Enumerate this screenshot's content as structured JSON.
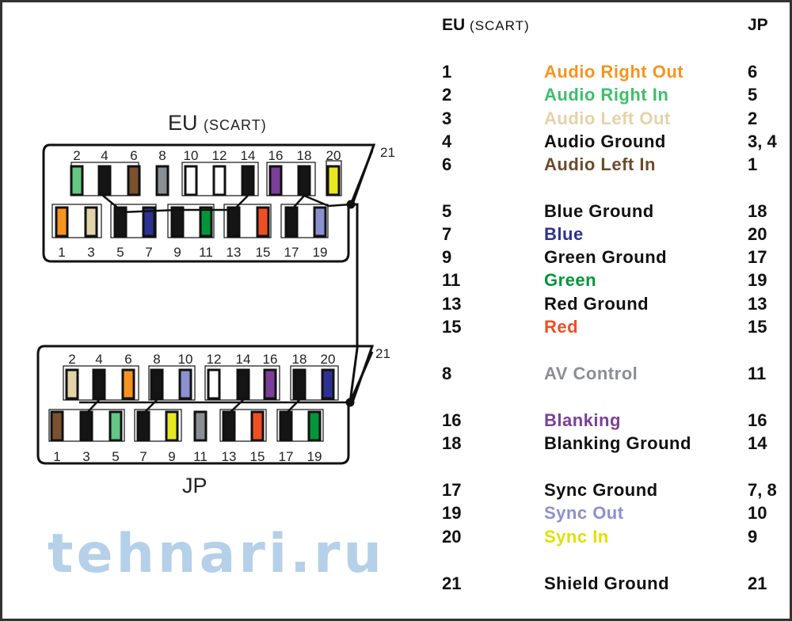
{
  "header": {
    "eu": "EU",
    "scart": "(SCART)",
    "jp": "JP"
  },
  "connectors": {
    "eu": {
      "title": "EU",
      "subtitle": "(SCART)",
      "shield": "21",
      "top": [
        {
          "n": "2",
          "c": "#62c884"
        },
        {
          "n": "4",
          "c": "#151515"
        },
        {
          "n": "6",
          "c": "#7a5230"
        },
        {
          "n": "8",
          "c": "#8a8f94"
        },
        {
          "n": "10",
          "c": "#ffffff"
        },
        {
          "n": "12",
          "c": "#ffffff"
        },
        {
          "n": "14",
          "c": "#151515"
        },
        {
          "n": "16",
          "c": "#7b3f98"
        },
        {
          "n": "18",
          "c": "#151515"
        },
        {
          "n": "20",
          "c": "#e8e820"
        }
      ],
      "bottom": [
        {
          "n": "1",
          "c": "#f7941d"
        },
        {
          "n": "3",
          "c": "#e2d3a8"
        },
        {
          "n": "5",
          "c": "#151515"
        },
        {
          "n": "7",
          "c": "#2e3192"
        },
        {
          "n": "9",
          "c": "#151515"
        },
        {
          "n": "11",
          "c": "#00953a"
        },
        {
          "n": "13",
          "c": "#151515"
        },
        {
          "n": "15",
          "c": "#f04e23"
        },
        {
          "n": "17",
          "c": "#151515"
        },
        {
          "n": "19",
          "c": "#8c8fd0"
        }
      ]
    },
    "jp": {
      "title": "JP",
      "shield": "21",
      "top": [
        {
          "n": "2",
          "c": "#e2d3a8"
        },
        {
          "n": "4",
          "c": "#151515"
        },
        {
          "n": "6",
          "c": "#f7941d"
        },
        {
          "n": "8",
          "c": "#151515"
        },
        {
          "n": "10",
          "c": "#8c8fd0"
        },
        {
          "n": "12",
          "c": "#ffffff"
        },
        {
          "n": "14",
          "c": "#151515"
        },
        {
          "n": "16",
          "c": "#7b3f98"
        },
        {
          "n": "18",
          "c": "#151515"
        },
        {
          "n": "20",
          "c": "#2e3192"
        }
      ],
      "bottom": [
        {
          "n": "1",
          "c": "#7a5230"
        },
        {
          "n": "3",
          "c": "#151515"
        },
        {
          "n": "5",
          "c": "#62c884"
        },
        {
          "n": "7",
          "c": "#151515"
        },
        {
          "n": "9",
          "c": "#e8e820"
        },
        {
          "n": "11",
          "c": "#8a8f94"
        },
        {
          "n": "13",
          "c": "#151515"
        },
        {
          "n": "15",
          "c": "#f04e23"
        },
        {
          "n": "17",
          "c": "#151515"
        },
        {
          "n": "19",
          "c": "#00953a"
        }
      ]
    }
  },
  "table": [
    {
      "eu": "1",
      "name": "Audio Right Out",
      "jp": "6",
      "color": "#f7941d"
    },
    {
      "eu": "2",
      "name": "Audio Right In",
      "jp": "5",
      "color": "#3cbf6a"
    },
    {
      "eu": "3",
      "name": "Audio Left Out",
      "jp": "2",
      "color": "#e2d3a8"
    },
    {
      "eu": "4",
      "name": "Audio Ground",
      "jp": "3, 4",
      "color": "#111111"
    },
    {
      "eu": "6",
      "name": "Audio Left In",
      "jp": "1",
      "color": "#6b4a2a"
    },
    {
      "eu": "5",
      "name": "Blue Ground",
      "jp": "18",
      "color": "#111111"
    },
    {
      "eu": "7",
      "name": "Blue",
      "jp": "20",
      "color": "#2e3192"
    },
    {
      "eu": "9",
      "name": "Green Ground",
      "jp": "17",
      "color": "#111111"
    },
    {
      "eu": "11",
      "name": "Green",
      "jp": "19",
      "color": "#00953a"
    },
    {
      "eu": "13",
      "name": "Red Ground",
      "jp": "13",
      "color": "#111111"
    },
    {
      "eu": "15",
      "name": "Red",
      "jp": "15",
      "color": "#f04e23"
    },
    {
      "eu": "8",
      "name": "AV Control",
      "jp": "11",
      "color": "#8a8f94"
    },
    {
      "eu": "16",
      "name": "Blanking",
      "jp": "16",
      "color": "#7b3f98"
    },
    {
      "eu": "18",
      "name": "Blanking Ground",
      "jp": "14",
      "color": "#111111"
    },
    {
      "eu": "17",
      "name": "Sync Ground",
      "jp": "7, 8",
      "color": "#111111"
    },
    {
      "eu": "19",
      "name": "Sync Out",
      "jp": "10",
      "color": "#8c8fd0"
    },
    {
      "eu": "20",
      "name": "Sync In",
      "jp": "9",
      "color": "#e0e000"
    },
    {
      "eu": "21",
      "name": "Shield Ground",
      "jp": "21",
      "color": "#111111"
    }
  ],
  "watermark": "tehnari.ru"
}
